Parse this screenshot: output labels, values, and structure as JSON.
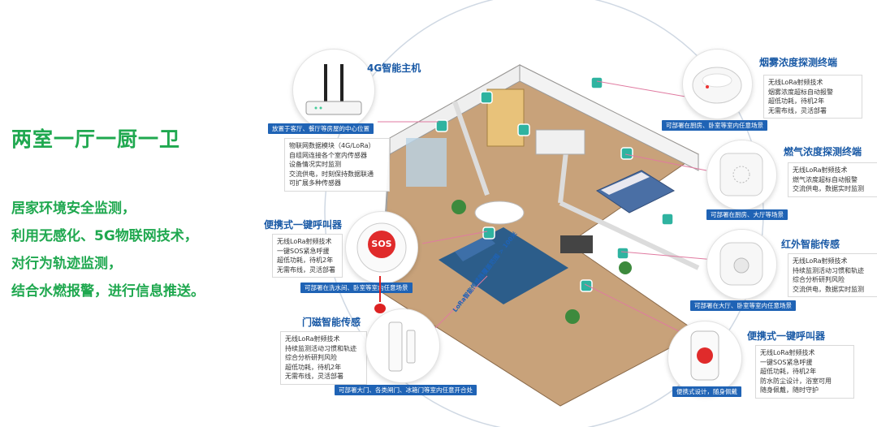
{
  "left": {
    "title": "两室一厅一厨一卫",
    "points": [
      "居家环境安全监测，",
      "利用无感化、5G物联网技术，",
      "对行为轨迹监测，",
      "结合水燃报警，进行信息推送。"
    ]
  },
  "devices": {
    "gateway": {
      "name": "4G智能主机",
      "bar": "放置于客厅、餐厅等房屋的中心位置",
      "specs": [
        "物联网数据模块（4G/LoRa）",
        "自组网连接各个室内传感器",
        "设备情况实时监测",
        "交流供电，时刻保持数据联通",
        "可扩展多种传感器"
      ]
    },
    "smoke": {
      "name": "烟雾浓度探测终端",
      "specs": [
        "无线LoRa射频技术",
        "烟雾浓度超标自动报警",
        "超低功耗，待机2年",
        "无需布线，灵活部署"
      ],
      "bar": "可部署在厨房、卧室等室内任意场景"
    },
    "gas": {
      "name": "燃气浓度探测终端",
      "specs": [
        "无线LoRa射频技术",
        "燃气浓度超标自动报警",
        "交流供电，数据实时监测"
      ],
      "bar": "可部署在厨房、大厅等场景"
    },
    "sos_left": {
      "name": "便携式一键呼叫器",
      "sos_text": "SOS",
      "specs": [
        "无线LoRa射频技术",
        "一键SOS紧急呼援",
        "超低功耗，待机2年",
        "无需布线，灵活部署"
      ],
      "bar": "可部署在洗水间、卧室等室内任意场景"
    },
    "infrared": {
      "name": "红外智能传感",
      "specs": [
        "无线LoRa射频技术",
        "持续监测活动习惯和轨迹",
        "综合分析研判风险",
        "交流供电，数据实时监测"
      ],
      "bar": "可部署在大厅、卧室等室内任意场景"
    },
    "door": {
      "name": "门磁智能传感",
      "specs": [
        "无线LoRa射频技术",
        "持续监测活动习惯和轨迹",
        "综合分析研判风险",
        "超低功耗，待机2年",
        "无需布线，灵活部署"
      ],
      "bar": "可部署大门、各类闸门、冰箱门等室内任意开合处"
    },
    "sos_right": {
      "name": "便携式一键呼叫器",
      "specs": [
        "无线LoRa射频技术",
        "一键SOS紧急呼援",
        "超低功耗，待机2年",
        "防水防尘设计，浴室可用",
        "随身佩戴，随时守护"
      ],
      "bar": "便携式设计，随身佩戴"
    }
  },
  "lora_label": "LoRa智能传感器覆盖范围 > 100米",
  "colors": {
    "accent_green": "#1fa84f",
    "accent_blue": "#1f63b5",
    "sos_red": "#e02b2b"
  }
}
